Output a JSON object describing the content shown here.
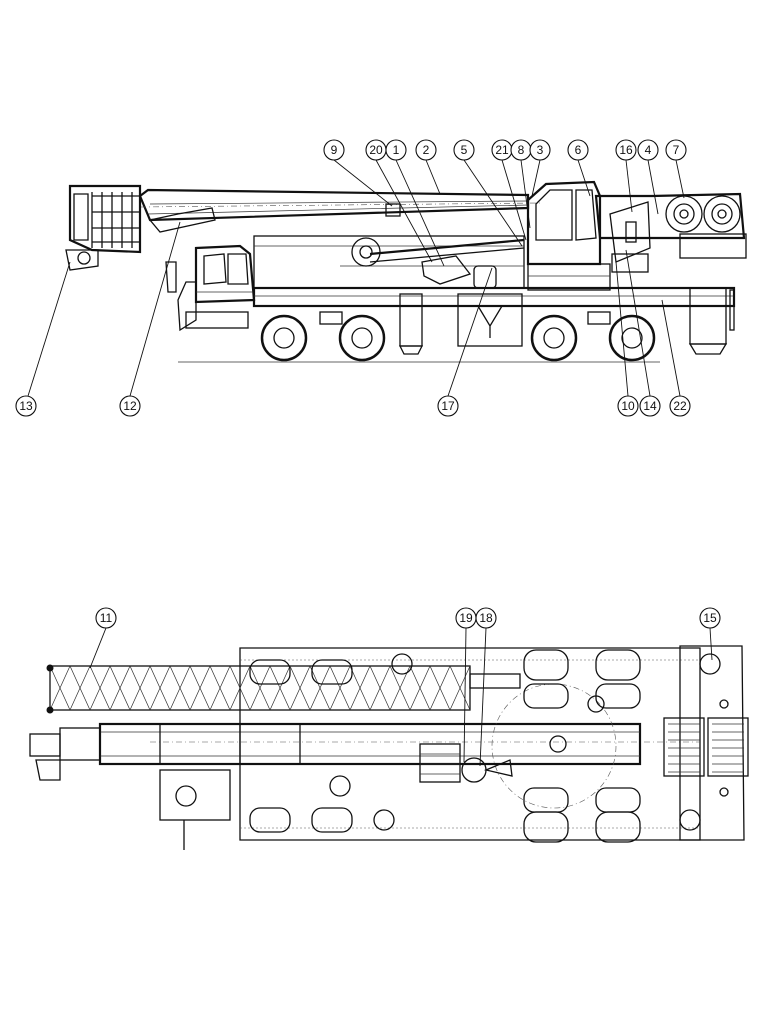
{
  "side_view": {
    "callouts": [
      "9",
      "20",
      "1",
      "2",
      "5",
      "21",
      "8",
      "3",
      "6",
      "16",
      "4",
      "7",
      "13",
      "12",
      "17",
      "10",
      "14",
      "22"
    ]
  },
  "top_view": {
    "callouts": [
      "11",
      "19",
      "18",
      "15"
    ]
  }
}
